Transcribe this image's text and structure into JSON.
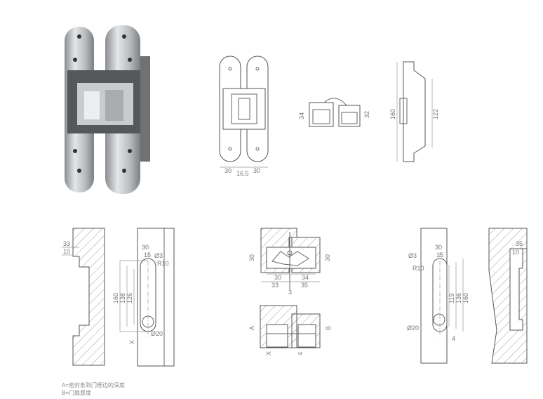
{
  "front_view": {
    "dim_plate_left": "30",
    "dim_gap": "16.5",
    "dim_plate_right": "30"
  },
  "top_view": {
    "dim_left_height": "34",
    "dim_right_height": "32"
  },
  "side_view": {
    "dim_total": "160",
    "dim_body": "122"
  },
  "frame_section_left": {
    "dim_a": "33",
    "dim_b": "10"
  },
  "door_left": {
    "dim_width": "30",
    "dim_half": "15",
    "hole": "Ø3",
    "radius": "R10",
    "dim_160": "160",
    "dim_138": "138",
    "dim_126": "126",
    "bore": "Ø20",
    "offset": "X"
  },
  "plan_section": {
    "dim_left_h": "30",
    "dim_right_h": "30",
    "dim_30": "30",
    "dim_34": "34",
    "dim_33": "33",
    "dim_35": "35",
    "gap": "3"
  },
  "elevation_section": {
    "label_a": "A",
    "label_b": "B",
    "offset_x": "X",
    "offset_4": "4"
  },
  "door_right": {
    "dim_width": "30",
    "dim_half": "15",
    "hole": "Ø3",
    "radius": "R10",
    "dim_119": "119",
    "dim_136": "136",
    "dim_160": "160",
    "bore": "Ø20",
    "offset": "4"
  },
  "frame_section_right": {
    "dim_a": "35",
    "dim_b": "10"
  },
  "legend": {
    "a": "A=密封条到门框边的深度",
    "b": "B=门扇厚度"
  }
}
